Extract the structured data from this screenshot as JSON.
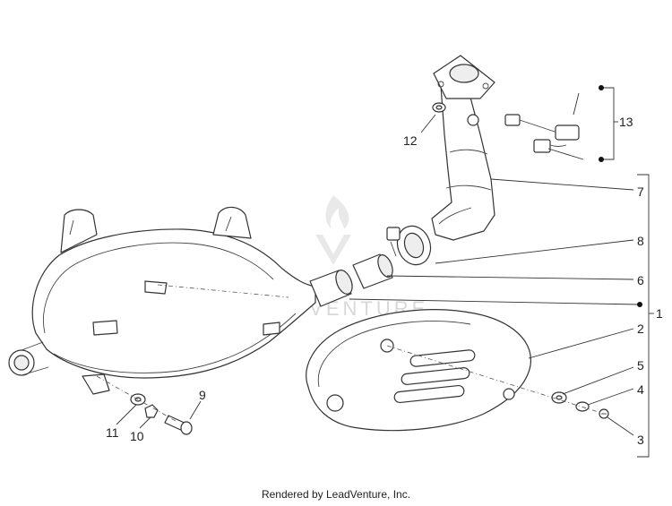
{
  "callouts": {
    "c1": "1",
    "c2": "2",
    "c3": "3",
    "c4": "4",
    "c5": "5",
    "c6": "6",
    "c7": "7",
    "c8": "8",
    "c9": "9",
    "c10": "10",
    "c11": "11",
    "c12": "12",
    "c13": "13"
  },
  "watermark": "LEADVENTURE",
  "footer": "Rendered by LeadVenture, Inc."
}
